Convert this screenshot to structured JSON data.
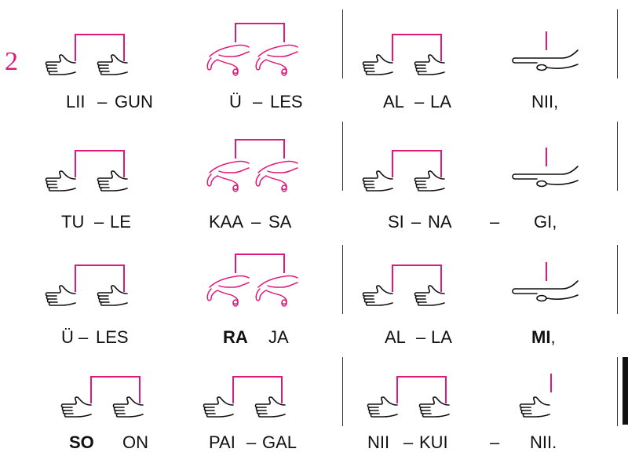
{
  "verse_number": "2",
  "colors": {
    "accent": "#e0187a",
    "ink": "#111111"
  },
  "rows": [
    {
      "syllables": [
        "LII",
        "–",
        "GUN",
        "Ü",
        "–",
        "LES",
        "AL",
        "–",
        "LA",
        "NII,"
      ],
      "bold": []
    },
    {
      "syllables": [
        "TU",
        "–",
        "LE",
        "KAA",
        "–",
        "SA",
        "SI",
        "–",
        "NA",
        "–",
        "GI,"
      ],
      "bold": []
    },
    {
      "syllables": [
        "Ü",
        "–",
        "LES",
        "RA",
        "JA",
        "AL",
        "–",
        "LA",
        "MI",
        ","
      ],
      "bold": [
        "RA",
        "MI"
      ]
    },
    {
      "syllables": [
        "SO",
        "ON",
        "PAI",
        "–",
        "GAL",
        "NII",
        "–",
        "KUI",
        "–",
        "NII."
      ],
      "bold": [
        "SO"
      ]
    }
  ],
  "gestures": [
    [
      "hands-pair-icon",
      "pat-hands-pair-icon",
      "hands-pair-icon",
      "flat-hand-icon"
    ],
    [
      "hands-pair-icon",
      "pat-hands-pair-icon",
      "hands-pair-icon",
      "flat-hand-icon"
    ],
    [
      "hands-pair-icon",
      "pat-hands-pair-icon",
      "hands-pair-icon",
      "flat-hand-icon"
    ],
    [
      "hands-pair-icon",
      "hands-pair-icon",
      "hands-pair-icon",
      "single-hand-icon"
    ]
  ]
}
